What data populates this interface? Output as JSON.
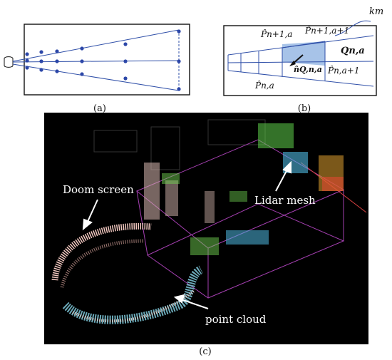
{
  "captions": {
    "a": "(a)",
    "b": "(b)",
    "c": "(c)"
  },
  "panel_b": {
    "label_top_left": "P̂n+1,a",
    "label_top_right": "P̂n+1,a+1",
    "label_q": "Qn,a",
    "label_normal": "n̂Q,n,a",
    "label_right_bottom": "P̂n,a+1",
    "label_bottom_left": "P̂n,a",
    "label_km": "km"
  },
  "panel_c": {
    "annotation_doom": "Doom screen",
    "annotation_lidar": "Lidar mesh",
    "annotation_cloud": "point cloud"
  },
  "colors": {
    "line_blue": "#2f4fa8",
    "dot_blue": "#2c47a8",
    "patch_fill": "#a7c3e8",
    "background_dark": "#000000",
    "bounding_box": "#a43fb0"
  }
}
